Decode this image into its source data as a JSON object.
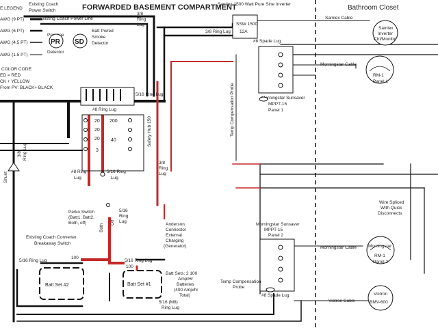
{
  "title": "FORWARDED BASEMENT COMPARTMENT",
  "bathroom_closet": "Bathroom Closet",
  "legend": {
    "heading": "E LEGEND",
    "items": [
      "AWG (9 PT)",
      "AWG (6 PT)",
      "AWG (4.5 PT)",
      "AWG (1.5 PT)"
    ],
    "color_code": "COLOR CODE:",
    "color_lines": [
      "ED = RED",
      "CK + YELLOW",
      "From PV: BLACK+ BLACK"
    ]
  },
  "existing_coach_power_switch": [
    "Existing Coach",
    "Power Switch"
  ],
  "existing_coach_power_line": "Existing Coach Power Line",
  "propane_detector": {
    "symbol": "PR",
    "lines": [
      "Propane",
      "Detector"
    ]
  },
  "smoke_detector": {
    "symbol": "SD",
    "lines": [
      "Batt Pwred",
      "Smoke",
      "Detector"
    ]
  },
  "ring_lug_38_top": [
    "3/8",
    "Ring",
    "Lug"
  ],
  "ring_lug_38_right": "3/8 Ring Lug",
  "inverter_label": "Samlex 1500 Watt Pure Sine Inverter",
  "inverter_box": [
    "SSW 1500",
    "12A"
  ],
  "samlex_cable": "Samlex Cable",
  "samlex_monitor": [
    "Samlex",
    "Inverter",
    "Ctrl/Monitor"
  ],
  "spade_lug_top": "#8 Spade Lug",
  "morningstar_cable_1": "Morningstar Cable",
  "rm1_panel1": [
    "RM-1",
    "Panel 1"
  ],
  "mppt_panel1": [
    "Morningstar Sunsaver",
    "MPPT-15",
    "Panel 1"
  ],
  "temp_probe_vertical": "Temp Compensation Probe",
  "ring_lug_516_top": "5/16 Ring Lug",
  "ring_lug_8_center": "#8 Ring Lug",
  "bus_numbers": [
    "20",
    "20",
    "20",
    "3",
    "200",
    "40"
  ],
  "safety_hub": "Safety Hub 150",
  "ring_lug_8_left": [
    "#8 Ring",
    "Lug"
  ],
  "ring_lug_516_mid": [
    "5/16 Ring",
    "Lug"
  ],
  "ring_lug_38_mid": [
    "3/8",
    "Ring",
    "Lug"
  ],
  "shunt": "Shunt",
  "left_fragments": [
    "Ring Lug",
    "3/8"
  ],
  "perko_switch": [
    "Perko Switch",
    "(Batt1, Batt2,",
    "Both, off)"
  ],
  "perko_positions": [
    "Both",
    "Off"
  ],
  "ring_lug_516_perko": [
    "5/16",
    "Ring",
    "Lug"
  ],
  "anderson_connector": [
    "Anderson",
    "Connector",
    "External",
    "Charging",
    "(Generator)"
  ],
  "breakaway_switch": [
    "Existing Coach Converter",
    "Breakaway Switch"
  ],
  "batt_set_2": {
    "ring_lug": "5/16 Ring Lug",
    "number": "100",
    "label": "Batt Set #2"
  },
  "batt_set_1": {
    "ring_lug": "5/16 Ring Lug",
    "number": "100",
    "label": "Batt Set #1"
  },
  "batteries_note": [
    "Batt Sets: 2 100",
    "Amp/Hr",
    "Batteries",
    "(400 Amp/hr",
    "Total)"
  ],
  "ring_lug_m8": [
    "5/16 (M8)",
    "Ring Lug"
  ],
  "temp_probe_2": [
    "Temp Compensation",
    "Probe"
  ],
  "spade_lug_bottom": "#8 Spade Lug",
  "mppt_panel2": [
    "Morningstar Sunsaver",
    "MPPT-15",
    "Panel 2"
  ],
  "morningstar_cable_2": "Morningstar Cable",
  "morningstar_meter_2": [
    "Morningstar",
    "RM-1",
    "Panel 2"
  ],
  "wire_spliced": [
    "Wire Spliced",
    "With Quick",
    "Disconnects"
  ],
  "victron_cable": "Victron Cable",
  "victron_monitor": [
    "Victron",
    "BMV-600"
  ],
  "colors": {
    "red": "#c62828",
    "black": "#111111",
    "gray": "#555555"
  }
}
